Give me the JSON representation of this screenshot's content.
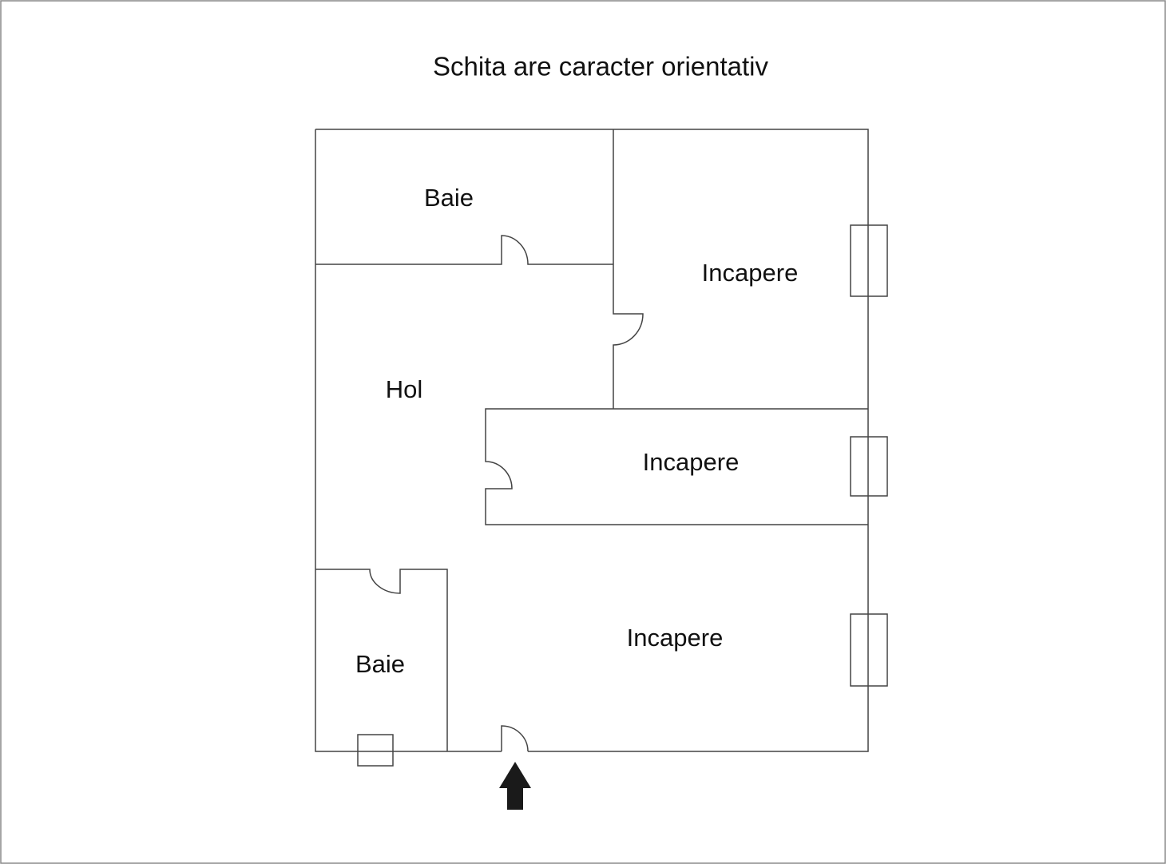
{
  "title": "Schita are caracter orientativ",
  "rooms": [
    {
      "name": "Baie"
    },
    {
      "name": "Incapere"
    },
    {
      "name": "Hol"
    },
    {
      "name": "Incapere"
    },
    {
      "name": "Baie"
    },
    {
      "name": "Incapere"
    }
  ],
  "colors": {
    "wall": "#444444",
    "arrow": "#1a1a1a",
    "frame": "#888888"
  }
}
